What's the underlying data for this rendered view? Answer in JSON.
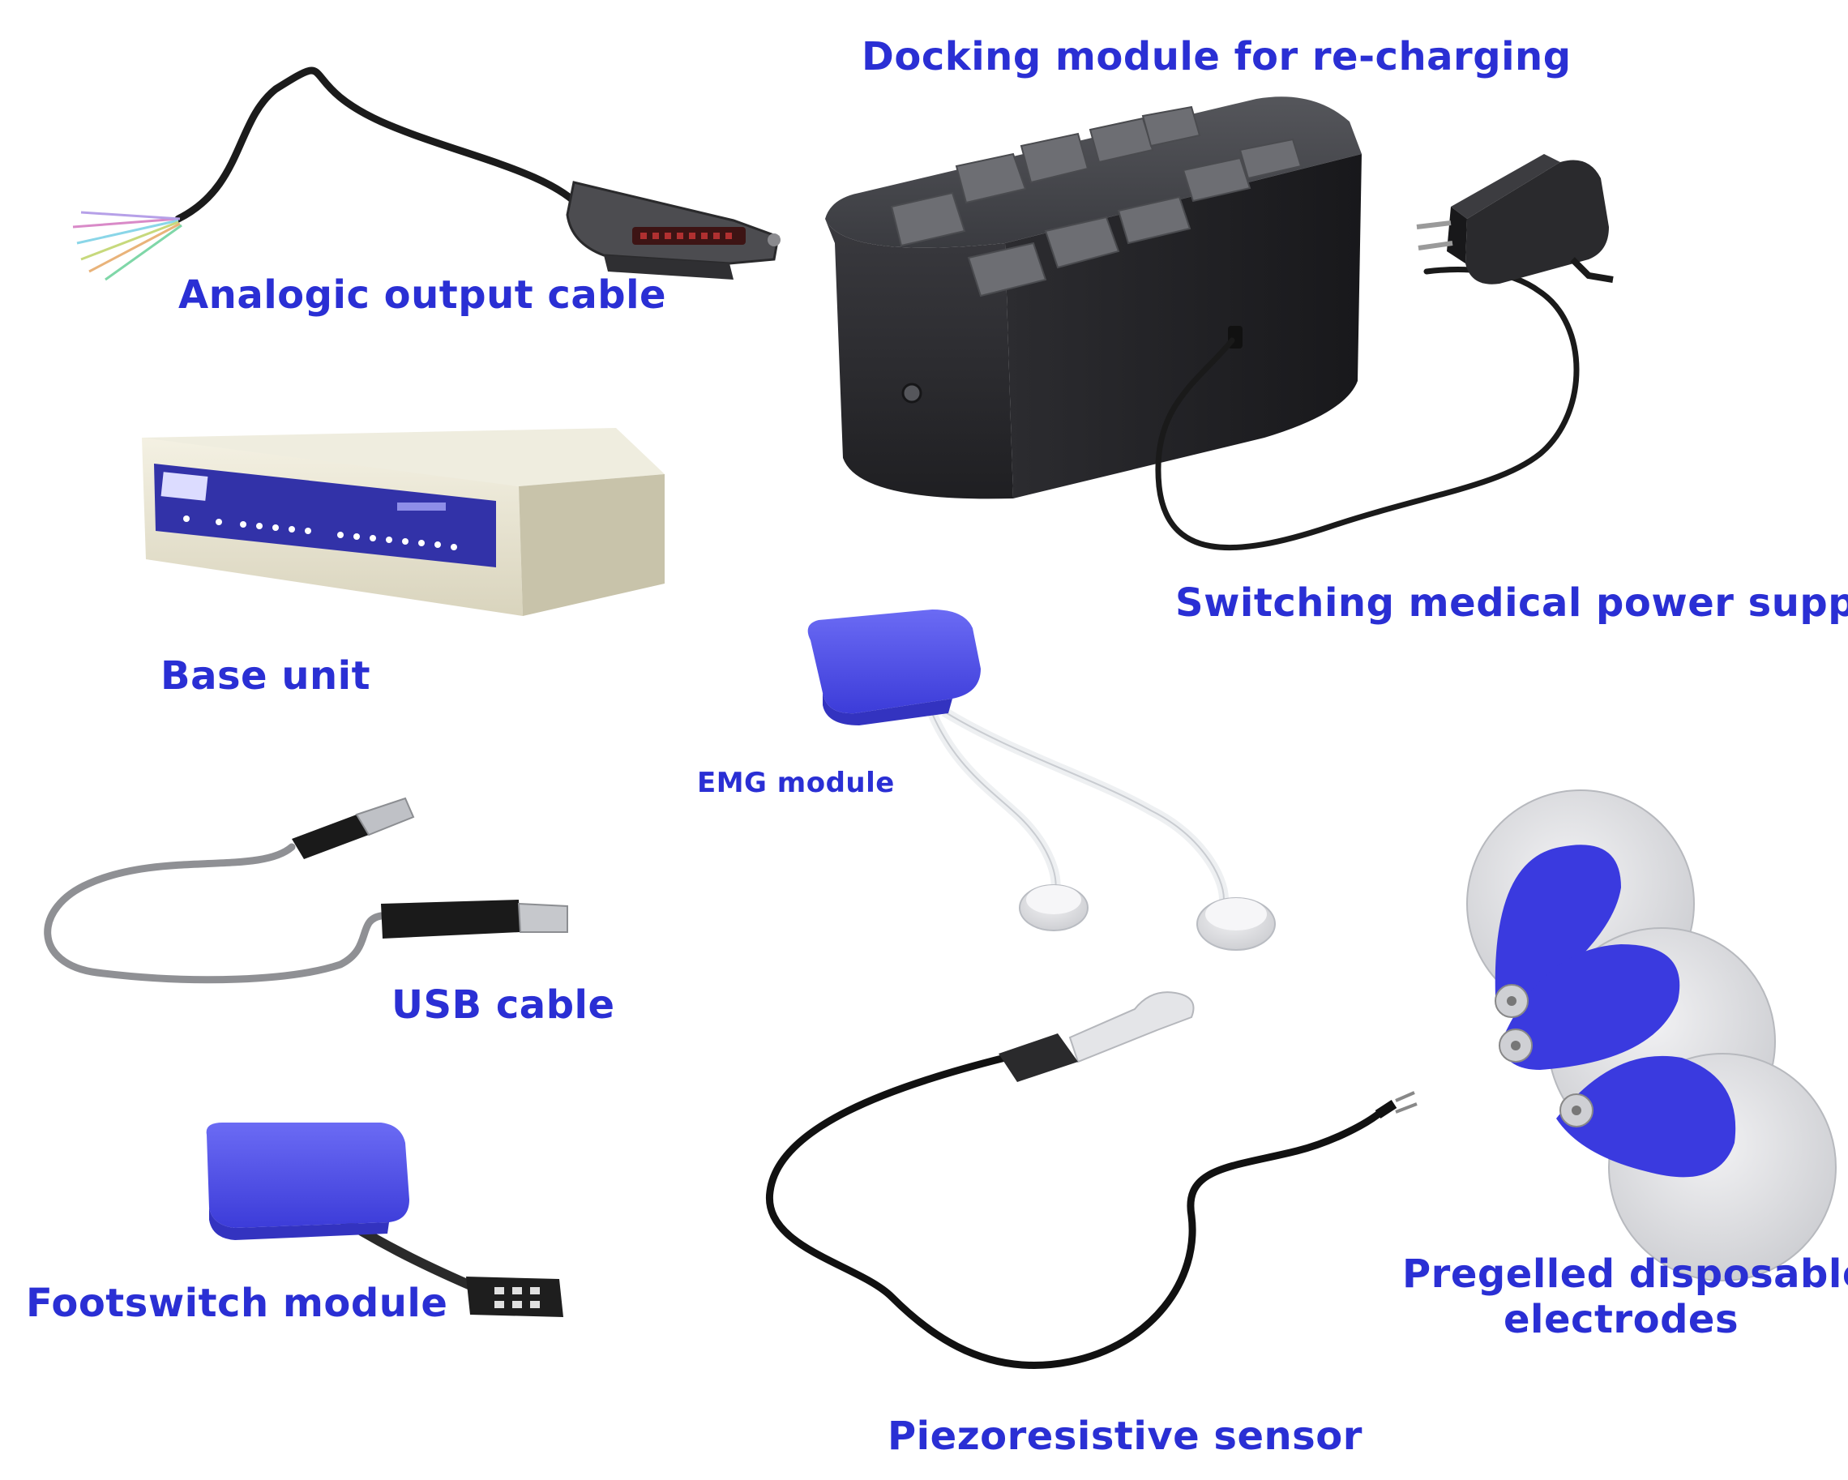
{
  "labels": {
    "docking": "Docking module for re-charging",
    "analogic": "Analogic output cable",
    "switching": "Switching medical power supply",
    "base_unit": "Base unit",
    "emg_module": "EMG module",
    "usb_cable": "USB cable",
    "footswitch": "Footswitch module",
    "pregelled_line1": "Pregelled disposable",
    "pregelled_line2": "electrodes",
    "piezo": "Piezoresistive sensor"
  },
  "colors": {
    "label": "#2a2fd4",
    "module_blue": "#4646e6",
    "dock_dark": "#2f2f33",
    "cable_dark": "#1a1a1a",
    "electrode_pad": "#dcdde0"
  }
}
